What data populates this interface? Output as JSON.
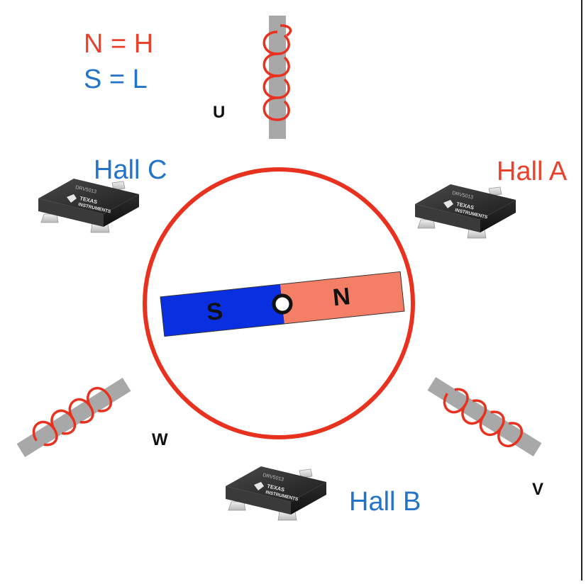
{
  "legend": {
    "north_line": "N = H",
    "south_line": "S = L"
  },
  "coils": {
    "u_label": "U",
    "v_label": "V",
    "w_label": "W"
  },
  "hall_sensors": {
    "a_label": "Hall A",
    "b_label": "Hall B",
    "c_label": "Hall C",
    "chip_part_number": "DRV5013",
    "chip_brand_line1": "TEXAS",
    "chip_brand_line2": "INSTRUMENTS"
  },
  "magnet": {
    "south_label": "S",
    "north_label": "N"
  },
  "colors": {
    "red": "#e8412c",
    "blue": "#2374c9",
    "magnet_blue": "#0a2fe0",
    "magnet_salmon": "#f47e66",
    "rotor_ring": "#e8311e",
    "core_gray": "#a8a8a8",
    "chip_body": "#2a2a2a"
  }
}
